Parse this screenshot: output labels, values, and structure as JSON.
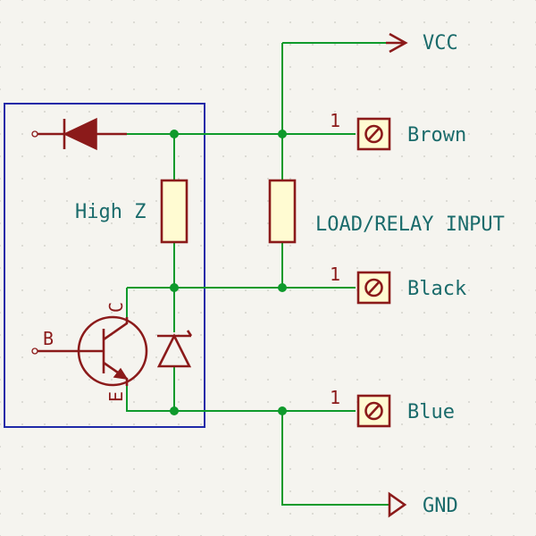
{
  "labels": {
    "vcc": "VCC",
    "gnd": "GND",
    "brown": "Brown",
    "black": "Black",
    "blue": "Blue",
    "high_z": "High Z",
    "load": "LOAD/RELAY INPUT",
    "pin_brown": "1",
    "pin_black": "1",
    "pin_blue": "1",
    "base": "B",
    "collector": "C",
    "emitter": "E"
  },
  "colors": {
    "wire": "#0f9a2c",
    "symbol": "#8b1a1a",
    "label": "#1a6b6b",
    "box": "#1f2aa8",
    "fill": "#fffbd2",
    "background": "#f5f4ef"
  }
}
